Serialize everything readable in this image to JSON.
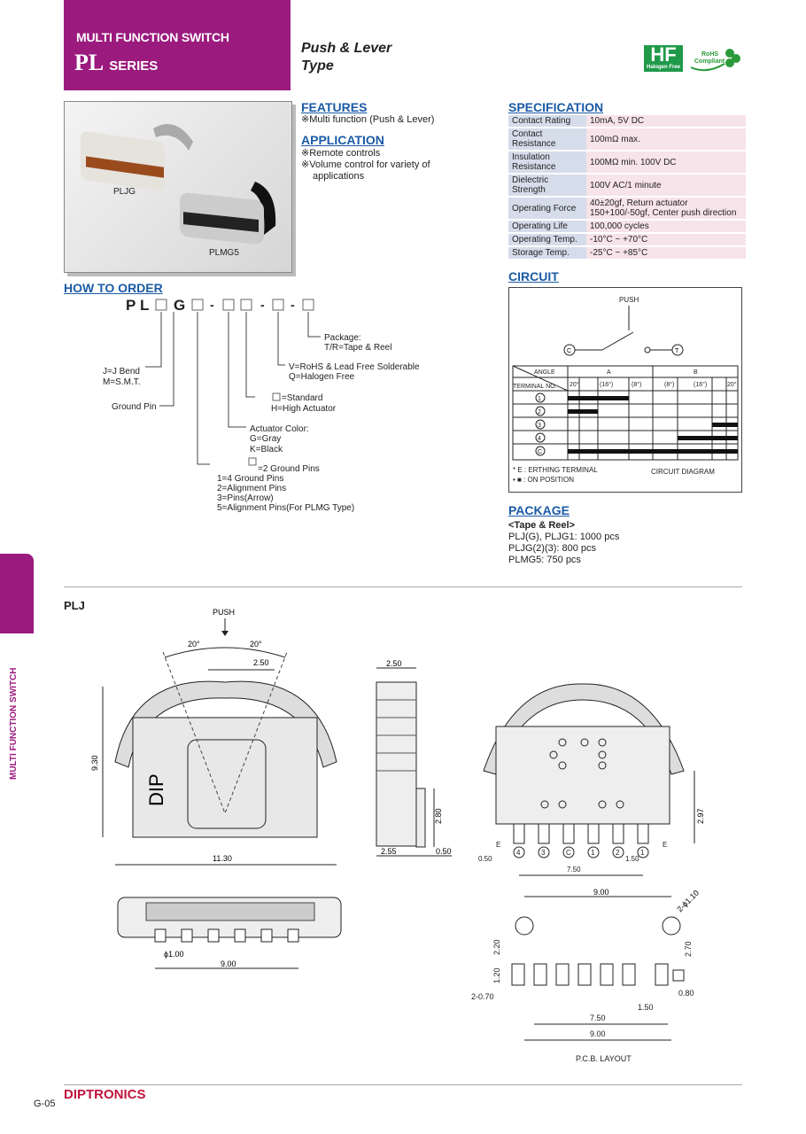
{
  "header": {
    "category": "MULTI FUNCTION SWITCH",
    "series_code": "PL",
    "series_word": "SERIES",
    "type_line1": "Push & Lever",
    "type_line2": "Type",
    "badge_hf": "HF",
    "badge_hf_sub": "Halogen Free",
    "badge_rohs_1": "RoHS",
    "badge_rohs_2": "Compliant"
  },
  "photo": {
    "label_1": "PLJG",
    "label_2": "PLMG5"
  },
  "features": {
    "title": "FEATURES",
    "items": [
      "※Multi function (Push & Lever)"
    ]
  },
  "application": {
    "title": "APPLICATION",
    "items": [
      "※Remote controls",
      "※Volume control for variety of",
      "applications"
    ]
  },
  "specification": {
    "title": "SPECIFICATION",
    "rows": [
      {
        "k": "Contact Rating",
        "v": "10mA, 5V DC"
      },
      {
        "k": "Contact Resistance",
        "v": "100mΩ max."
      },
      {
        "k": "Insulation Resistance",
        "v": "100MΩ min. 100V DC"
      },
      {
        "k": "Dielectric Strength",
        "v": "100V AC/1 minute"
      },
      {
        "k": "Operating Force",
        "v": "40±20gf, Return actuator 150+100/-50gf, Center push direction"
      },
      {
        "k": "Operating Life",
        "v": "100,000 cycles"
      },
      {
        "k": "Operating Temp.",
        "v": "-10°C ~ +70°C"
      },
      {
        "k": "Storage Temp.",
        "v": "-25°C ~ +85°C"
      }
    ]
  },
  "how_to_order": {
    "title": "HOW TO ORDER",
    "code_p": "P",
    "code_l": "L",
    "code_g": "G",
    "dash": "-",
    "package_1": "Package:",
    "package_2": "T/R=Tape & Reel",
    "rohs_1": "V=RoHS & Lead Free Solderable",
    "rohs_2": "Q=Halogen Free",
    "std_1": "=Standard",
    "std_2": "H=High Actuator",
    "act_1": "Actuator Color:",
    "act_2": "G=Gray",
    "act_3": "K=Black",
    "pins_1": "=2 Ground Pins",
    "pins_2": "1=4 Ground Pins",
    "pins_3": "2=Alignment Pins",
    "pins_4": "3=Pins(Arrow)",
    "pins_5": "5=Alignment Pins(For PLMG Type)",
    "bend_1": "J=J Bend",
    "bend_2": "M=S.M.T.",
    "ground": "Ground Pin"
  },
  "circuit": {
    "title": "CIRCUIT",
    "push": "PUSH",
    "c": "C",
    "t": "T",
    "angle": "ANGLE",
    "terminal": "TERMINAL NO.",
    "a": "A",
    "b": "B",
    "cols": [
      "20°",
      "(16°)",
      "(8°)",
      "(8°)",
      "(16°)",
      "20°"
    ],
    "rows": [
      "1",
      "2",
      "3",
      "4",
      "C"
    ],
    "note1": "* E : ERTHING TERMINAL",
    "note2": "• ■ : ON POSITION",
    "diagram": "CIRCUIT DIAGRAM"
  },
  "package": {
    "title": "PACKAGE",
    "line1": "<Tape & Reel>",
    "line2": "PLJ(G), PLJG1: 1000 pcs",
    "line3": "PLJG(2)(3): 800 pcs",
    "line4": "PLMG5: 750 pcs"
  },
  "drawing": {
    "title": "PLJ",
    "push": "PUSH",
    "ang_l": "20°",
    "ang_r": "20°",
    "d250": "2.50",
    "d930": "9.30",
    "d1130": "11.30",
    "dip": "DIP",
    "s250": "2.50",
    "s280": "2.80",
    "s255": "2.55",
    "s050": "0.50",
    "r297": "2.97",
    "r050": "0.50",
    "r150": "1.50",
    "r750": "7.50",
    "pins": [
      "4",
      "3",
      "C",
      "1",
      "2",
      "1"
    ],
    "e": "E",
    "b100": "ϕ1.00",
    "b900": "9.00",
    "p900t": "9.00",
    "p110": "2-ϕ1.10",
    "p220": "2.20",
    "p120": "1.20",
    "p270": "2.70",
    "p080": "0.80",
    "p070": "2-0.70",
    "p150": "1.50",
    "p750": "7.50",
    "p900b": "9.00",
    "pcb": "P.C.B. LAYOUT"
  },
  "side": {
    "label": "MULTI FUNCTION SWITCH"
  },
  "footer": {
    "page": "G-05",
    "brand": "DIPTRONICS"
  }
}
